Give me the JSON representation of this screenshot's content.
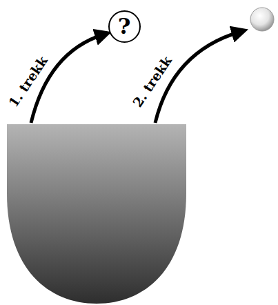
{
  "diagram": {
    "nodes": [
      {
        "text": [
          "?"
        ]
      }
    ],
    "labels": [
      "1. trekk",
      "2. trekk"
    ]
  }
}
